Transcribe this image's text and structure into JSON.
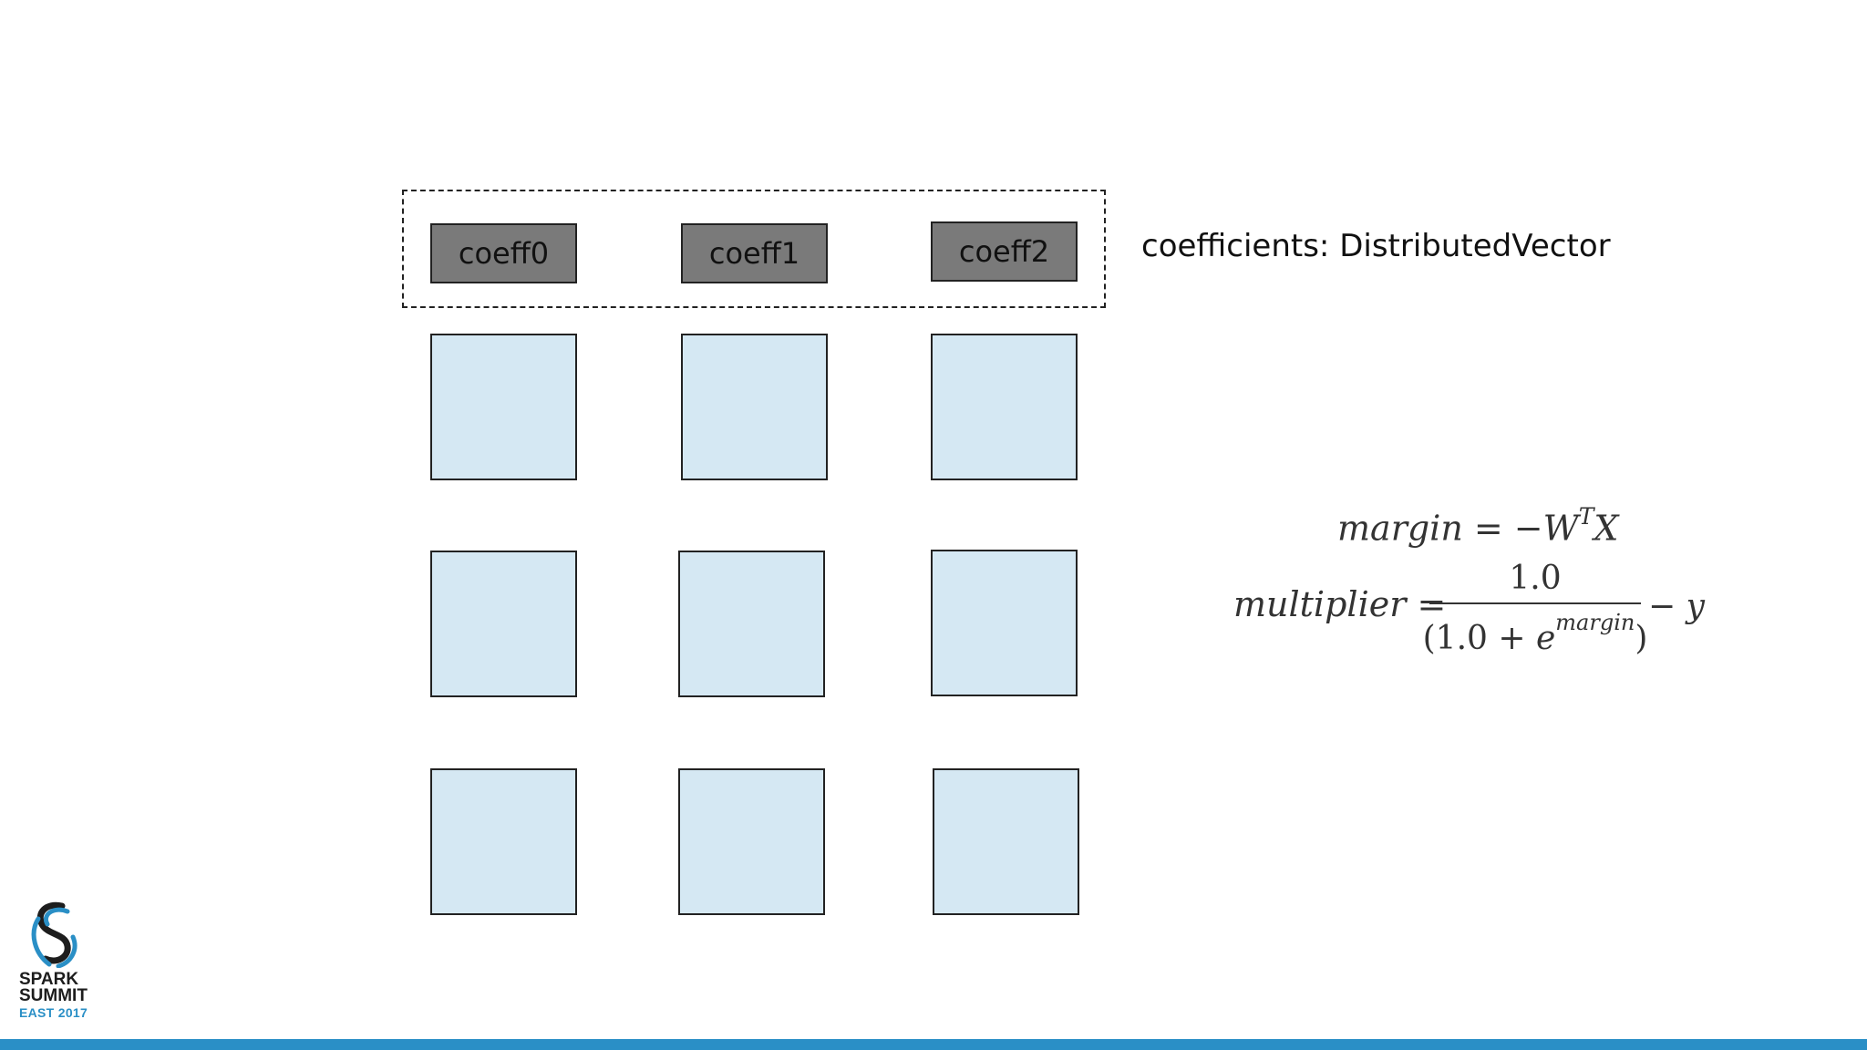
{
  "coefficients_group": {
    "items": [
      "coeff0",
      "coeff1",
      "coeff2"
    ],
    "caption": "coefficients: DistributedVector"
  },
  "formulas": {
    "margin": {
      "lhs": "margin",
      "eq": " = −",
      "w": "W",
      "sup": "T",
      "x": "X"
    },
    "multiplier": {
      "lhs": "multiplier",
      "eq": " =",
      "numerator": "1.0",
      "den_open": "(1.0 + ",
      "den_e": "e",
      "den_sup": "margin",
      "den_close": ")",
      "tail_minus": "− ",
      "tail_var": "y"
    }
  },
  "logo": {
    "line1": "SPARK",
    "line2": "SUMMIT",
    "line3": "EAST 2017"
  },
  "colors": {
    "coeff_fill": "#7a7a7a",
    "cell_fill": "#d5e8f3",
    "accent_bar": "#2a8fc6"
  }
}
